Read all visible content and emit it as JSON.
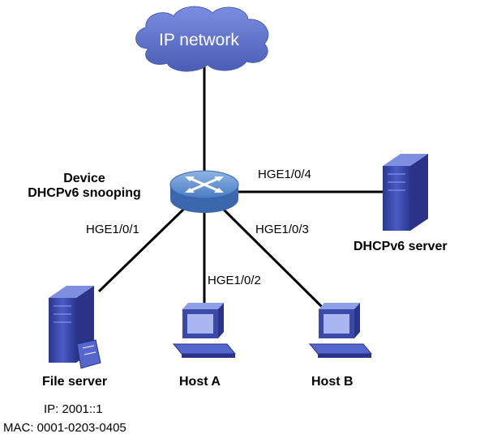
{
  "cloud": {
    "label": "IP network"
  },
  "device": {
    "line1": "Device",
    "line2": "DHCPv6 snooping"
  },
  "ports": {
    "p1": "HGE1/0/1",
    "p2": "HGE1/0/2",
    "p3": "HGE1/0/3",
    "p4": "HGE1/0/4"
  },
  "nodes": {
    "dhcpv6_server": "DHCPv6 server",
    "file_server": "File server",
    "host_a": "Host A",
    "host_b": "Host B"
  },
  "file_server_info": {
    "ip": "IP: 2001::1",
    "mac": "MAC: 0001-0203-0405"
  },
  "colors": {
    "cloud": "#5b6fc7",
    "device": "#4f7ec2",
    "server": "#3f4fb0",
    "line": "#000000"
  }
}
